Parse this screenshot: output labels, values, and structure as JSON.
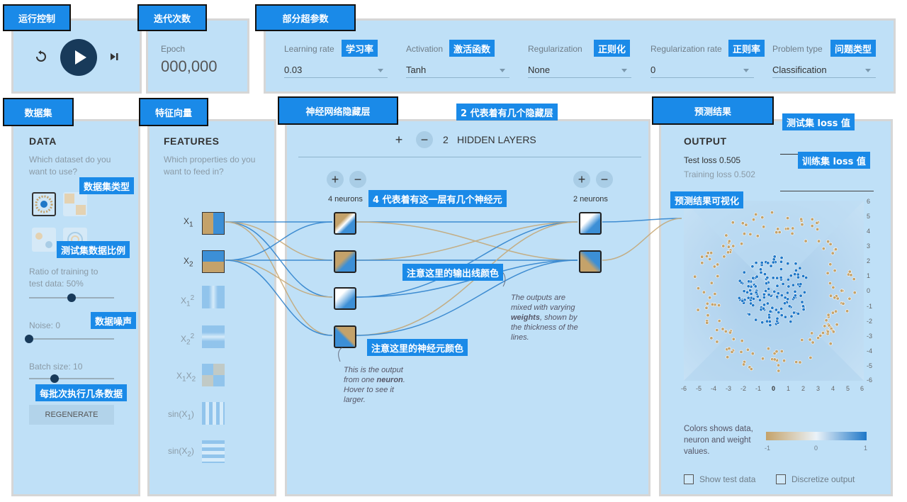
{
  "tags": {
    "run_controls": "运行控制",
    "epoch": "迭代次数",
    "hyperparams": "部分超参数",
    "learning_rate": "学习率",
    "activation": "激活函数",
    "regularization": "正则化",
    "reg_rate": "正则率",
    "problem_type": "问题类型",
    "dataset": "数据集",
    "features": "特征向量",
    "hidden_layers": "神经网络隐藏层",
    "hidden_count": "2 代表着有几个隐藏层",
    "output": "预测结果",
    "test_loss": "测试集 loss 值",
    "train_loss": "训练集 loss 值",
    "dataset_type": "数据集类型",
    "test_ratio": "测试集数据比例",
    "noise": "数据噪声",
    "batch": "每批次执行几条数据",
    "neurons": "4 代表着有这一层有几个神经元",
    "output_line_color": "注意这里的输出线颜色",
    "neuron_color": "注意这里的神经元颜色",
    "prediction_viz": "预测结果可视化"
  },
  "epoch": {
    "label": "Epoch",
    "value": "000,000"
  },
  "hyper": {
    "learning_rate": {
      "label": "Learning rate",
      "value": "0.03"
    },
    "activation": {
      "label": "Activation",
      "value": "Tanh"
    },
    "regularization": {
      "label": "Regularization",
      "value": "None"
    },
    "reg_rate": {
      "label": "Regularization rate",
      "value": "0"
    },
    "problem_type": {
      "label": "Problem type",
      "value": "Classification"
    }
  },
  "data": {
    "title": "DATA",
    "question": "Which dataset do you want to use?",
    "ratio_label": "Ratio of training to test data:",
    "ratio_value": "50%",
    "ratio": 0.5,
    "noise_label": "Noise:",
    "noise_value": "0",
    "noise": 0,
    "batch_label": "Batch size:",
    "batch_value": "10",
    "batch": 0.3,
    "regenerate": "REGENERATE"
  },
  "features": {
    "title": "FEATURES",
    "question": "Which properties do you want to feed in?",
    "items": [
      "X1",
      "X2",
      "X1²",
      "X2²",
      "X1X2",
      "sin(X1)",
      "sin(X2)"
    ]
  },
  "hidden": {
    "count": "2",
    "label": "HIDDEN LAYERS",
    "layer1_neurons": "4 neurons",
    "layer2_neurons": "2 neurons",
    "plus": "+",
    "minus": "−",
    "note_weights_pre": "The outputs are mixed with varying",
    "note_weights_bold": "weights",
    "note_weights_post": ", shown by the thickness of the lines.",
    "note_neuron_pre": "This is the output from one",
    "note_neuron_bold": "neuron",
    "note_neuron_post": ". Hover to see it larger."
  },
  "output": {
    "title": "OUTPUT",
    "test_loss": "Test loss 0.505",
    "train_loss": "Training loss 0.502",
    "y_ticks": [
      "6",
      "5",
      "4",
      "3",
      "2",
      "1",
      "0",
      "-1",
      "-2",
      "-3",
      "-4",
      "-5",
      "-6"
    ],
    "x_ticks": [
      "-6",
      "-5",
      "-4",
      "-3",
      "-2",
      "-1",
      "0",
      "1",
      "2",
      "3",
      "4",
      "5",
      "6"
    ],
    "legend_text": "Colors shows data, neuron and weight values.",
    "legend_min": "-1",
    "legend_mid": "0",
    "legend_max": "1",
    "show_test": "Show test data",
    "discretize": "Discretize output"
  },
  "colors": {
    "blue": "#1f78c8",
    "orange": "#c4a26a",
    "panel": "#bfe0f7",
    "tag": "#1a8ae8"
  }
}
